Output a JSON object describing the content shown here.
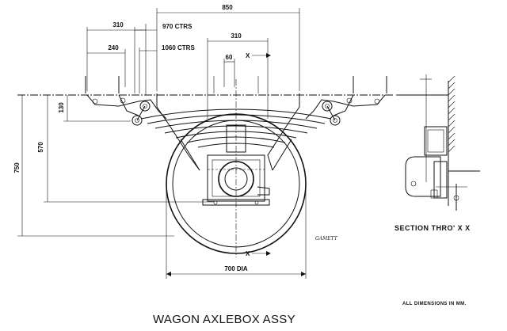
{
  "title": "WAGON AXLEBOX ASSY",
  "section_caption": "SECTION THRO' X X",
  "units_note": "ALL DIMENSIONS IN MM.",
  "signature": "GAMETT",
  "section_marks": {
    "top": "X",
    "bottom": "X"
  },
  "dimensions": {
    "overall_width": "850",
    "spring_offset": "310",
    "centres_970": "970 CTRS",
    "centres_1060": "1060 CTRS",
    "hanger_240": "240",
    "axle_310": "310",
    "axle_60": "60",
    "height_130": "130",
    "height_570": "570",
    "height_750": "750",
    "wheel_dia": "700 DIA"
  }
}
